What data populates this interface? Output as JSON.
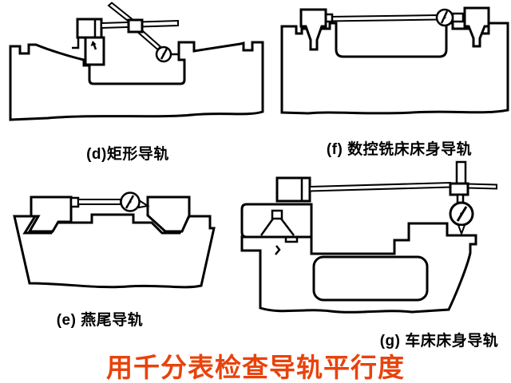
{
  "figures": [
    {
      "id": "d",
      "caption": "(d)矩形导轨",
      "name": "rectangular-guideway"
    },
    {
      "id": "f",
      "caption": "(f) 数控铣床床身导轨",
      "name": "cnc-milling-machine-bed-guideway"
    },
    {
      "id": "e",
      "caption": "(e) 燕尾导轨",
      "name": "dovetail-guideway"
    },
    {
      "id": "g",
      "caption": "(g) 车床床身导轨",
      "name": "lathe-bed-guideway"
    }
  ],
  "title": {
    "text": "用千分表检查导轨平行度",
    "color": "#E8430C"
  },
  "colors": {
    "line": "#000000",
    "background": "#FFFFFF"
  },
  "icons": {
    "dial_indicator": "dial-indicator-icon"
  }
}
